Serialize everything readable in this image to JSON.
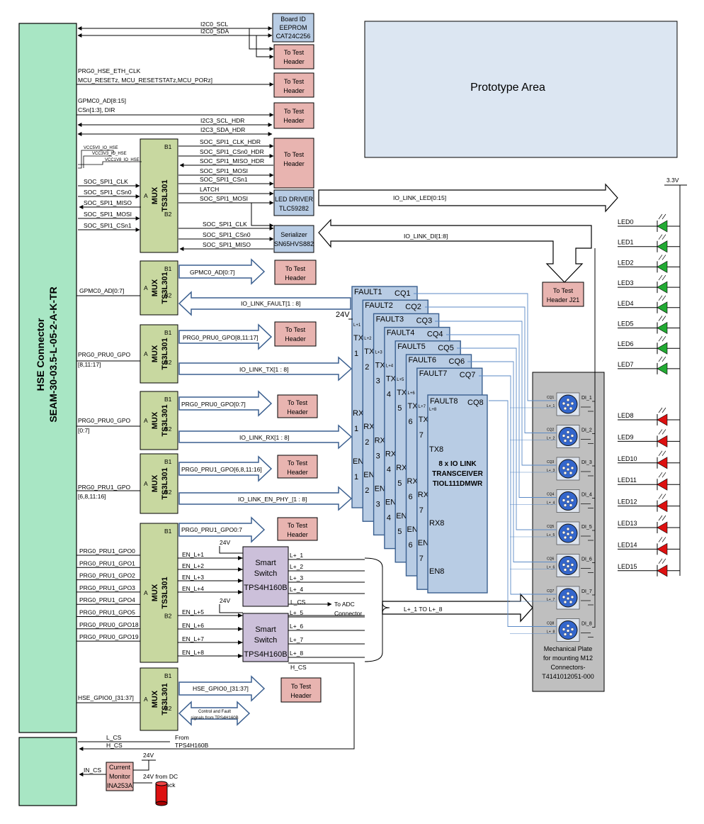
{
  "hse_connector": {
    "title": "HSE Connector",
    "part": "SEAM-30-03.5-L-05-2-A-K-TR"
  },
  "prototype_area": "Prototype Area",
  "eeprom": {
    "l1": "Board ID",
    "l2": "EEPROM",
    "l3": "CAT24C256"
  },
  "test_header": {
    "l1": "To Test",
    "l2": "Header"
  },
  "test_header_j21": {
    "l1": "To Test",
    "l2": "Header J21"
  },
  "led_driver": {
    "l1": "LED DRIVER",
    "l2": "TLC59282"
  },
  "serializer": {
    "l1": "Serializer",
    "l2": "SN65HVS882"
  },
  "smart_switch": {
    "l1": "Smart",
    "l2": "Switch",
    "l3": "TPS4H160B"
  },
  "current_monitor": {
    "l1": "Current",
    "l2": "Monitor",
    "l3": "INA253A"
  },
  "transceiver": {
    "l1": "8 x IO LINK",
    "l2": "TRANSCEIVER",
    "l3": "TIOL111DMWR"
  },
  "mux": {
    "name": "MUX",
    "part": "TS3L301",
    "a": "A",
    "b1": "B1",
    "b2": "B2"
  },
  "mech_plate": {
    "l1": "Mechanical Plate",
    "l2": "for mounting M12",
    "l3": "Connectors-",
    "l4": "T4141012051-000"
  },
  "supply": {
    "v33": "3.3V",
    "v24": "24V"
  },
  "signals": {
    "i2c0_scl": "I2C0_SCL",
    "i2c0_sda": "I2C0_SDA",
    "prg0_eth_clk": "PRG0_HSE_ETH_CLK",
    "mcu_reset": "MCU_RESETz, MCU_RESETSTATz,MCU_PORz]",
    "gpmc_ad_8_15": "GPMC0_AD[8:15]",
    "csn_dir": "CSn[1:3], DIR",
    "i2c3_scl": "I2C3_SCL_HDR",
    "i2c3_sda": "I2C3_SDA_HDR",
    "vcc5v0": "VCC5V0_IO_HSE",
    "vcc3v3": "VCC3V3_IO_HSE",
    "vcc1v8": "VCC1V8_IO_HSE",
    "spi1_clk_hdr": "SOC_SPI1_CLK_HDR",
    "spi1_csn0_hdr": "SOC_SPI1_CSn0_HDR",
    "spi1_miso_hdr": "SOC_SPI1_MISO_HDR",
    "spi1_mosi": "SOC_SPI1_MOSI",
    "spi1_csn1": "SOC_SPI1_CSn1",
    "latch": "LATCH",
    "spi1_clk": "SOC_SPI1_CLK",
    "spi1_csn0": "SOC_SPI1_CSn0",
    "spi1_miso": "SOC_SPI1_MISO",
    "io_link_led": "IO_LINK_LED[0:15]",
    "io_link_di": "IO_LINK_DI[1:8]",
    "gpmc_ad_0_7": "GPMC0_AD[0:7]",
    "io_link_fault": "IO_LINK_FAULT[1 : 8]",
    "prg0_pru0_gpo_8_11_17": "PRG0_PRU0_GPO[8,11:17]",
    "prg0_pru0_gpo_left1": "PRG0_PRU0_GPO",
    "prg0_pru0_gpo_left2": "[8,11:17]",
    "io_link_tx": "IO_LINK_TX[1 : 8]",
    "prg0_pru0_gpo_0_7": "PRG0_PRU0_GPO[0:7]",
    "prg0_pru0_gpo_left3": "PRG0_PRU0_GPO",
    "prg0_pru0_gpo_left4": "[0:7]",
    "io_link_rx": "IO_LINK_RX[1 : 8]",
    "prg0_pru1_gpo_6_8_11_16": "PRG0_PRU1_GPO[6,8,11:16]",
    "prg0_pru1_gpo_left1": "PRG0_PRU1_GPO",
    "prg0_pru1_gpo_left2": "[6,8,11:16]",
    "io_link_en_phy": "IO_LINK_EN_PHY_[1 : 8]",
    "prg0_pru1_gpo0_7": "PRG0_PRU1_GPO0:7",
    "hse_gpio0_31_37": "HSE_GPIO0_[31:37]",
    "hse_gpio0_left": "HSE_GPIO0_[31:37]",
    "ctrl_fault_1": "Control and Fault",
    "ctrl_fault_2": "signals from TPS4H160B",
    "l_cs": "L_CS",
    "h_cs": "H_CS",
    "h_cs2": "H_CS",
    "from_tps_1": "From",
    "from_tps_2": "TPS4H160B",
    "in_cs": "IN_CS",
    "dc_jack_1": "24V from DC",
    "dc_jack_2": "Jack",
    "to_adc_1": "To ADC",
    "to_adc_2": "Connector",
    "l_plus_bus": "L+_1 TO L+_8",
    "l_cs_sw": "L_CS"
  },
  "pru_gpo_left": [
    "PRG0_PRU1_GPO0",
    "PRG0_PRU1_GPO1",
    "PRG0_PRU1_GPO2",
    "PRG0_PRU1_GPO3",
    "PRG0_PRU1_GPO4",
    "PRG0_PRU1_GPO5",
    "PRG0_PRU0_GPO18",
    "PRG0_PRU0_GPO19"
  ],
  "en_labels": [
    "EN_L+1",
    "EN_L+2",
    "EN_L+3",
    "EN_L+4",
    "EN_L+5",
    "EN_L+6",
    "EN_L+7",
    "EN_L+8"
  ],
  "l_out_labels": [
    "L+_1",
    "L+_2",
    "L+_3",
    "L+_4",
    "L+_5",
    "L+_6",
    "L+_7",
    "L+_8"
  ],
  "leds": [
    "LED0",
    "LED1",
    "LED2",
    "LED3",
    "LED4",
    "LED5",
    "LED6",
    "LED7",
    "LED8",
    "LED9",
    "LED10",
    "LED11",
    "LED12",
    "LED13",
    "LED14",
    "LED15"
  ],
  "led_colors": {
    "green": "#22aa33",
    "red": "#dd1111"
  },
  "transceiver_cards": [
    {
      "fault": "FAULT1",
      "cq": "CQ1",
      "l": "L+1",
      "tx": "TX",
      "n": "1",
      "rx": "RX",
      "en": "EN"
    },
    {
      "fault": "FAULT2",
      "cq": "CQ2",
      "l": "L+2",
      "tx": "TX",
      "n": "2",
      "rx": "RX",
      "en": "EN"
    },
    {
      "fault": "FAULT3",
      "cq": "CQ3",
      "l": "L+3",
      "tx": "TX",
      "n": "3",
      "rx": "RX",
      "en": "EN"
    },
    {
      "fault": "FAULT4",
      "cq": "CQ4",
      "l": "L+4",
      "tx": "TX",
      "n": "4",
      "rx": "RX",
      "en": "EN"
    },
    {
      "fault": "FAULT5",
      "cq": "CQ5",
      "l": "L+5",
      "tx": "TX",
      "n": "5",
      "rx": "RX",
      "en": "EN"
    },
    {
      "fault": "FAULT6",
      "cq": "CQ6",
      "l": "L+6",
      "tx": "TX",
      "n": "6",
      "rx": "RX",
      "en": "EN"
    },
    {
      "fault": "FAULT7",
      "cq": "CQ7",
      "l": "L+7",
      "tx": "TX",
      "n": "7",
      "rx": "RX",
      "en": "EN"
    }
  ],
  "card8": {
    "fault": "FAULT8",
    "cq": "CQ8",
    "l": "L+8",
    "tx": "TX8",
    "rx": "RX8",
    "en": "EN8"
  },
  "m12": [
    {
      "cq": "CQ1",
      "l": "L+_1",
      "di": "DI_1"
    },
    {
      "cq": "CQ2",
      "l": "L+_2",
      "di": "DI_2"
    },
    {
      "cq": "CQ3",
      "l": "L+_3",
      "di": "DI_3"
    },
    {
      "cq": "CQ4",
      "l": "L+_4",
      "di": "DI_4"
    },
    {
      "cq": "CQ5",
      "l": "L+_5",
      "di": "DI_5"
    },
    {
      "cq": "CQ6",
      "l": "L+_6",
      "di": "DI_6"
    },
    {
      "cq": "CQ7",
      "l": "L+_7",
      "di": "DI_7"
    },
    {
      "cq": "CQ8",
      "l": "L+_8",
      "di": "DI_8"
    }
  ],
  "colors": {
    "hse": "#a8e6c4",
    "mux": "#c8d8a0",
    "header": "#e8b4b0",
    "blue": "#b8cce4",
    "switch": "#ccc0da",
    "plate": "#bfbfbf",
    "proto": "#dce6f2"
  }
}
